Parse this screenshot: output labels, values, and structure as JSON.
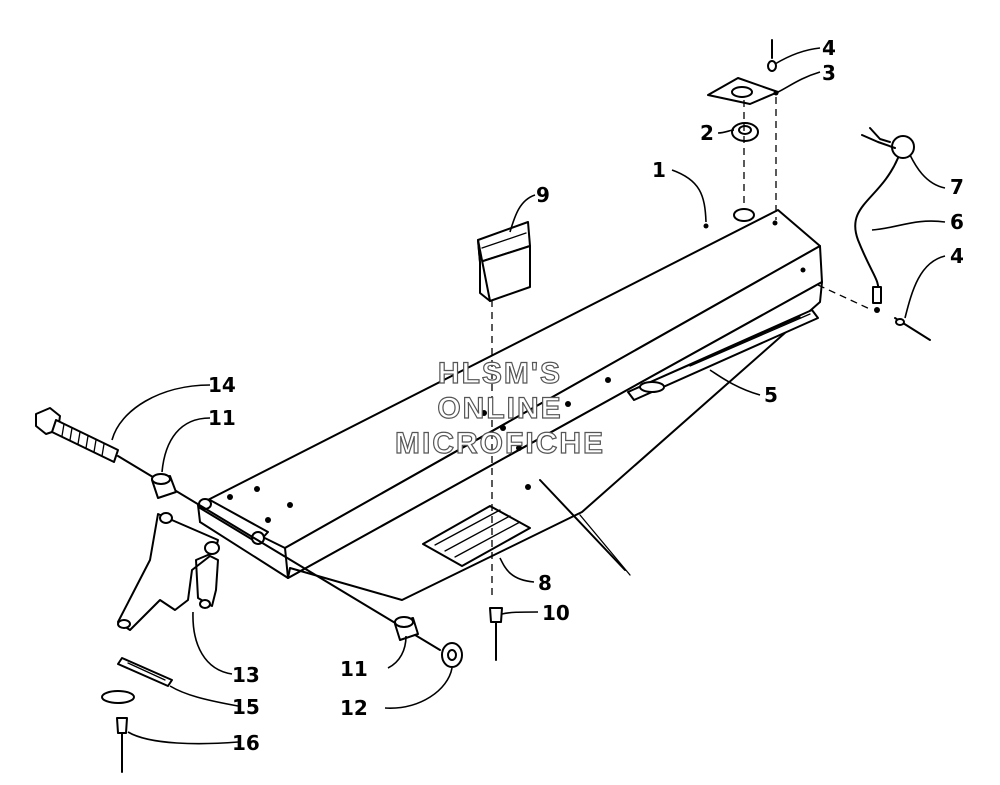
{
  "watermark": {
    "line1": "HLSM'S",
    "line2": "ONLINE",
    "line3": "MICROFICHE"
  },
  "callouts": {
    "c1": "1",
    "c2": "2",
    "c3": "3",
    "c4a": "4",
    "c4b": "4",
    "c5": "5",
    "c6": "6",
    "c7": "7",
    "c8": "8",
    "c9": "9",
    "c10": "10",
    "c11a": "11",
    "c11b": "11",
    "c12": "12",
    "c13": "13",
    "c14": "14",
    "c15": "15",
    "c16": "16"
  }
}
